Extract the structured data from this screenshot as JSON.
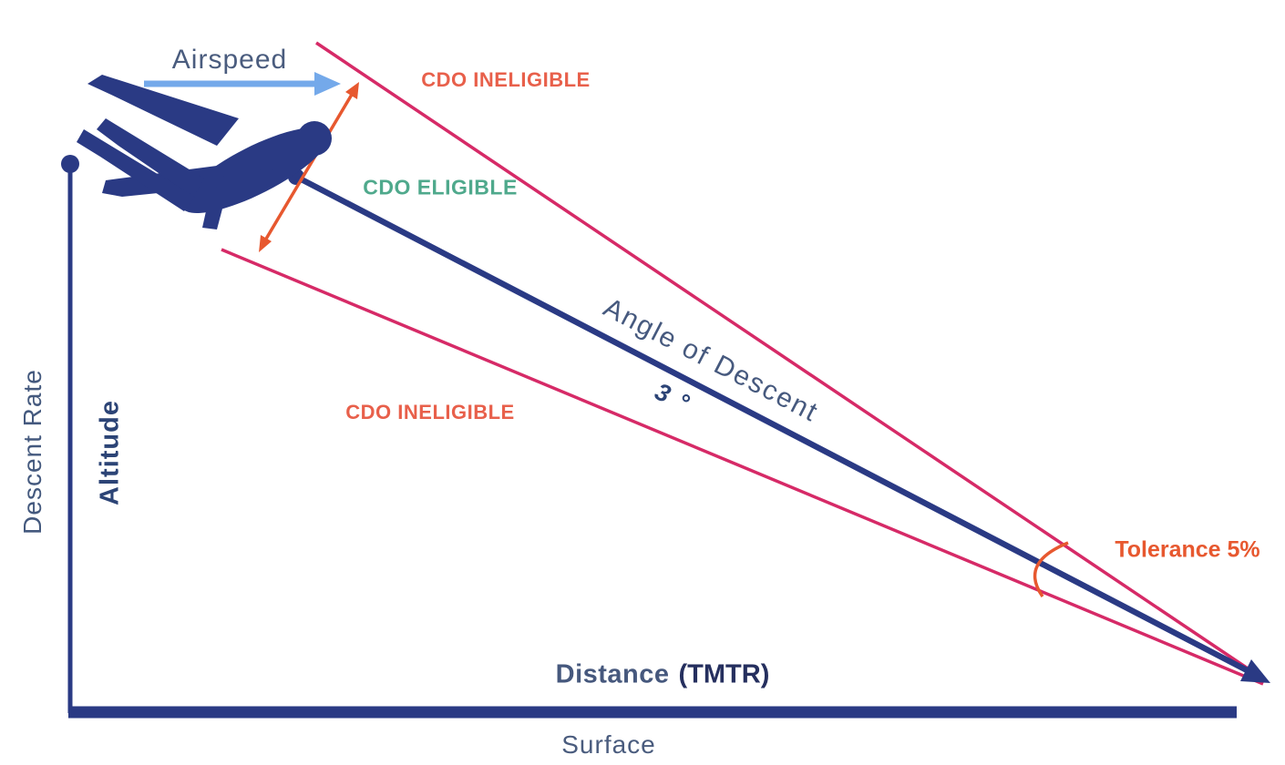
{
  "title": "CDO descent eligibility diagram",
  "colors": {
    "navy": "#2A3A84",
    "navy_dark": "#252F5E",
    "slate_text": "#4A5C7E",
    "pink_tolerance_line": "#D62A67",
    "orange_accent": "#E7582F",
    "orange_label": "#E8604B",
    "green_label": "#4FA98C",
    "light_blue_arrow": "#74A9EA",
    "background": "#FFFFFF"
  },
  "labels": {
    "airspeed": "Airspeed",
    "cdo_ineligible_top": "CDO INELIGIBLE",
    "cdo_eligible": "CDO ELIGIBLE",
    "cdo_ineligible_bottom": "CDO INELIGIBLE",
    "angle_of_descent": "Angle of Descent",
    "angle_value": "3 °",
    "tolerance": "Tolerance 5%",
    "descent_rate": "Descent Rate",
    "altitude": "Altitude",
    "distance": "Distance",
    "distance_unit": "(TMTR)",
    "surface": "Surface"
  },
  "icons": {
    "airplane": "airplane-icon (navy jet silhouette climbing right)",
    "airspeed_arrow": "right-arrow-icon (light blue)",
    "tolerance_span_arrow": "double-headed-arrow-icon (orange, spans tolerance wedge at aircraft)",
    "tolerance_arc": "arc-icon (orange, marks wedge angle near convergence)",
    "descent_arrowhead": "arrowhead-icon (navy, at touchdown point)"
  },
  "diagram": {
    "descent_angle_deg": "3",
    "tolerance_percent": "5%"
  }
}
